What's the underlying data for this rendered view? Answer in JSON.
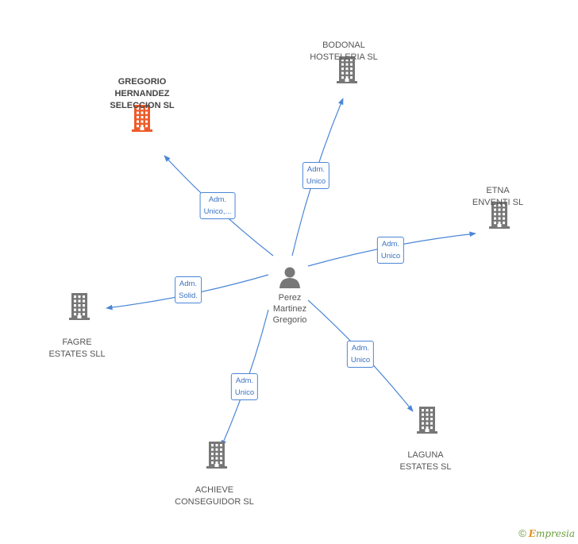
{
  "center": {
    "label": "Perez\nMartinez\nGregorio",
    "icon": "person-icon"
  },
  "companies": [
    {
      "id": "gregorio",
      "label": "GREGORIO\nHERNANDEZ\nSELECCION SL",
      "focus": true,
      "color": "#f05a28",
      "edge": "Adm.\nUnico,..."
    },
    {
      "id": "bodonal",
      "label": "BODONAL\nHOSTELERIA SL",
      "focus": false,
      "color": "#777777",
      "edge": "Adm.\nUnico"
    },
    {
      "id": "etna",
      "label": "ETNA\nENVENTI SL",
      "focus": false,
      "color": "#777777",
      "edge": "Adm.\nUnico"
    },
    {
      "id": "fagre",
      "label": "FAGRE\nESTATES SLL",
      "focus": false,
      "color": "#777777",
      "edge": "Adm.\nSolid."
    },
    {
      "id": "laguna",
      "label": "LAGUNA\nESTATES SL",
      "focus": false,
      "color": "#777777",
      "edge": "Adm.\nUnico"
    },
    {
      "id": "achieve",
      "label": "ACHIEVE\nCONSEGUIDOR SL",
      "focus": false,
      "color": "#777777",
      "edge": "Adm.\nUnico"
    }
  ],
  "footer": {
    "copyright": "©",
    "brand_initial": "E",
    "brand_rest": "mpresia"
  },
  "colors": {
    "edge": "#4a86d6",
    "building": "#777777",
    "focus_building": "#f05a28",
    "person": "#777777"
  }
}
